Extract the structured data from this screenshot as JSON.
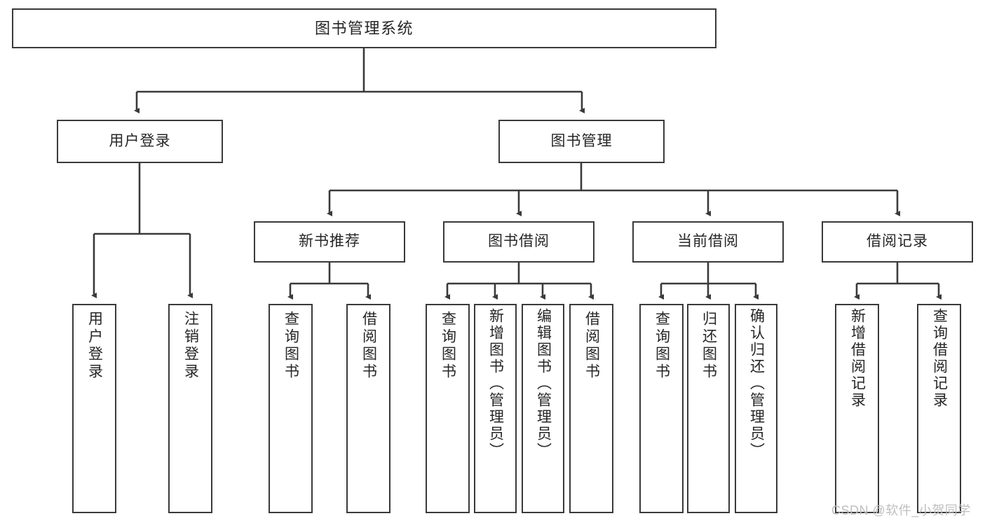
{
  "diagram": {
    "title": "图书管理系统",
    "type": "tree",
    "orientation": "top-down",
    "line_color": "#3a3a3a",
    "box_fill": "#ffffff",
    "text_color": "#262626",
    "nodes": {
      "root": {
        "label": "图书管理系统"
      },
      "level2": [
        {
          "label": "用户登录"
        },
        {
          "label": "图书管理"
        }
      ],
      "level3": [
        {
          "label": "新书推荐"
        },
        {
          "label": "图书借阅"
        },
        {
          "label": "当前借阅"
        },
        {
          "label": "借阅记录"
        }
      ],
      "leaves": {
        "user_login": [
          {
            "label": "用户登录"
          },
          {
            "label": "注销登录"
          }
        ],
        "new_book": [
          {
            "label": "查询图书"
          },
          {
            "label": "借阅图书"
          }
        ],
        "borrow_book": [
          {
            "label": "查询图书"
          },
          {
            "label": "新增图书（管理员）"
          },
          {
            "label": "编辑图书（管理员）"
          },
          {
            "label": "借阅图书"
          }
        ],
        "current_borrow": [
          {
            "label": "查询图书"
          },
          {
            "label": "归还图书"
          },
          {
            "label": "确认归还（管理员）"
          }
        ],
        "borrow_record": [
          {
            "label": "新增借阅记录"
          },
          {
            "label": "查询借阅记录"
          }
        ]
      }
    }
  },
  "watermark": {
    "text": "CSDN @软件_小贺同学",
    "color": "#bfbfbf"
  }
}
